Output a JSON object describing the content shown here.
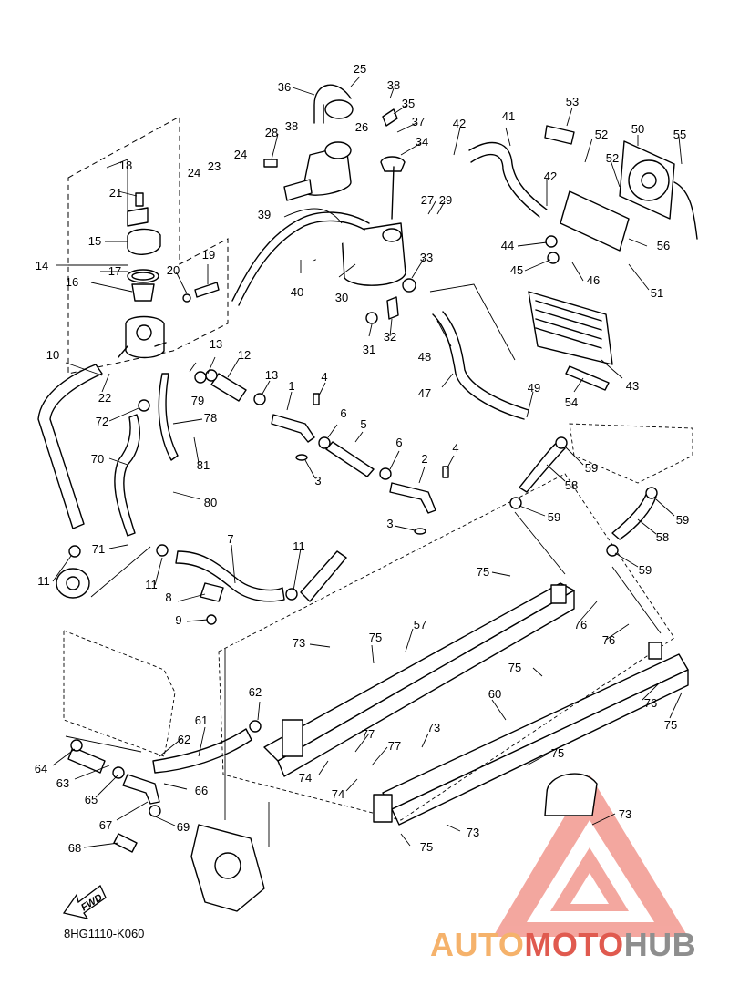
{
  "diagram_code": "8HG1110-K060",
  "fwd_label": "FWD",
  "watermark": {
    "part1": "AUTO",
    "part2": "MOTO",
    "part3": "HUB",
    "color1": "#f5b26b",
    "color2": "#e05a4f",
    "color3": "#8e8e8e"
  },
  "callouts": [
    "1",
    "2",
    "3",
    "4",
    "5",
    "6",
    "7",
    "8",
    "9",
    "10",
    "11",
    "12",
    "13",
    "14",
    "15",
    "16",
    "17",
    "18",
    "19",
    "20",
    "21",
    "22",
    "23",
    "24",
    "25",
    "26",
    "27",
    "28",
    "29",
    "30",
    "31",
    "32",
    "33",
    "34",
    "35",
    "36",
    "37",
    "38",
    "39",
    "40",
    "41",
    "42",
    "43",
    "44",
    "45",
    "46",
    "47",
    "48",
    "49",
    "50",
    "51",
    "52",
    "53",
    "54",
    "55",
    "56",
    "57",
    "58",
    "59",
    "60",
    "61",
    "62",
    "63",
    "64",
    "65",
    "66",
    "67",
    "68",
    "69",
    "70",
    "71",
    "72",
    "73",
    "74",
    "75",
    "76",
    "77",
    "78",
    "79",
    "80",
    "81"
  ]
}
